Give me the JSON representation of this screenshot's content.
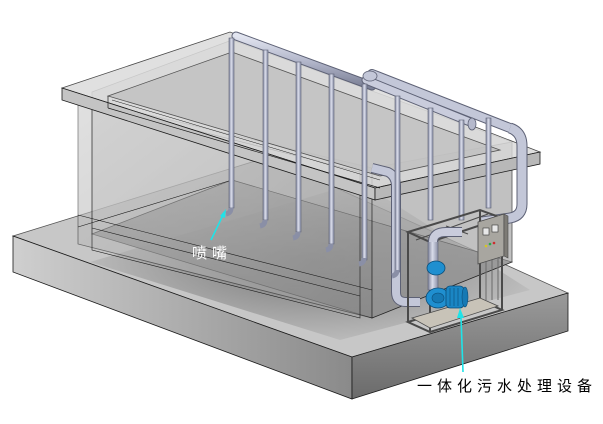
{
  "diagram": {
    "type": "3d-cad-isometric",
    "subject": "tank with spray pipe manifold and integrated sewage treatment unit on concrete base",
    "labels": {
      "nozzle": "喷嘴",
      "equipment": "一体化污水处理设备"
    },
    "callouts": [
      {
        "id": "nozzle",
        "text": "喷嘴",
        "target": "spray-nozzle",
        "arrow_color": "#1fe3e8",
        "text_color": "#ffffff"
      },
      {
        "id": "equipment",
        "text": "一体化污水处理设备",
        "target": "pump-unit",
        "arrow_color": "#1fe3e8",
        "text_color": "#000000"
      }
    ],
    "components": {
      "base_slab": "concrete base",
      "tank": "transparent rectangular tank with rim",
      "manifold": "top pipe header with vertical drop pipes",
      "drop_pipe_count": 9,
      "pump_unit": "framed skid with blue pump and motor",
      "control_box": {
        "meters": 2,
        "indicator_lights": [
          "yellow",
          "green",
          "red"
        ]
      }
    },
    "colors": {
      "pipe": "#a9aec4",
      "pump": "#1f8fd0",
      "arrow": "#1fe3e8",
      "glass": "#9a9a9a",
      "edge": "#1a1a1a"
    }
  }
}
